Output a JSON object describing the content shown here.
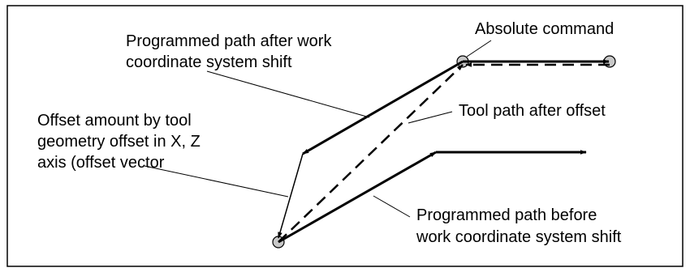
{
  "labels": {
    "absolute_command": "Absolute command",
    "programmed_after_line1": "Programmed path after work",
    "programmed_after_line2": "coordinate  system shift",
    "offset_line1": "Offset amount by tool",
    "offset_line2": "geometry offset in X, Z",
    "offset_line3": "axis (offset vector",
    "tool_path": "Tool path after offset",
    "programmed_before_line1": "Programmed path before",
    "programmed_before_line2": "work coordinate  system shift"
  }
}
